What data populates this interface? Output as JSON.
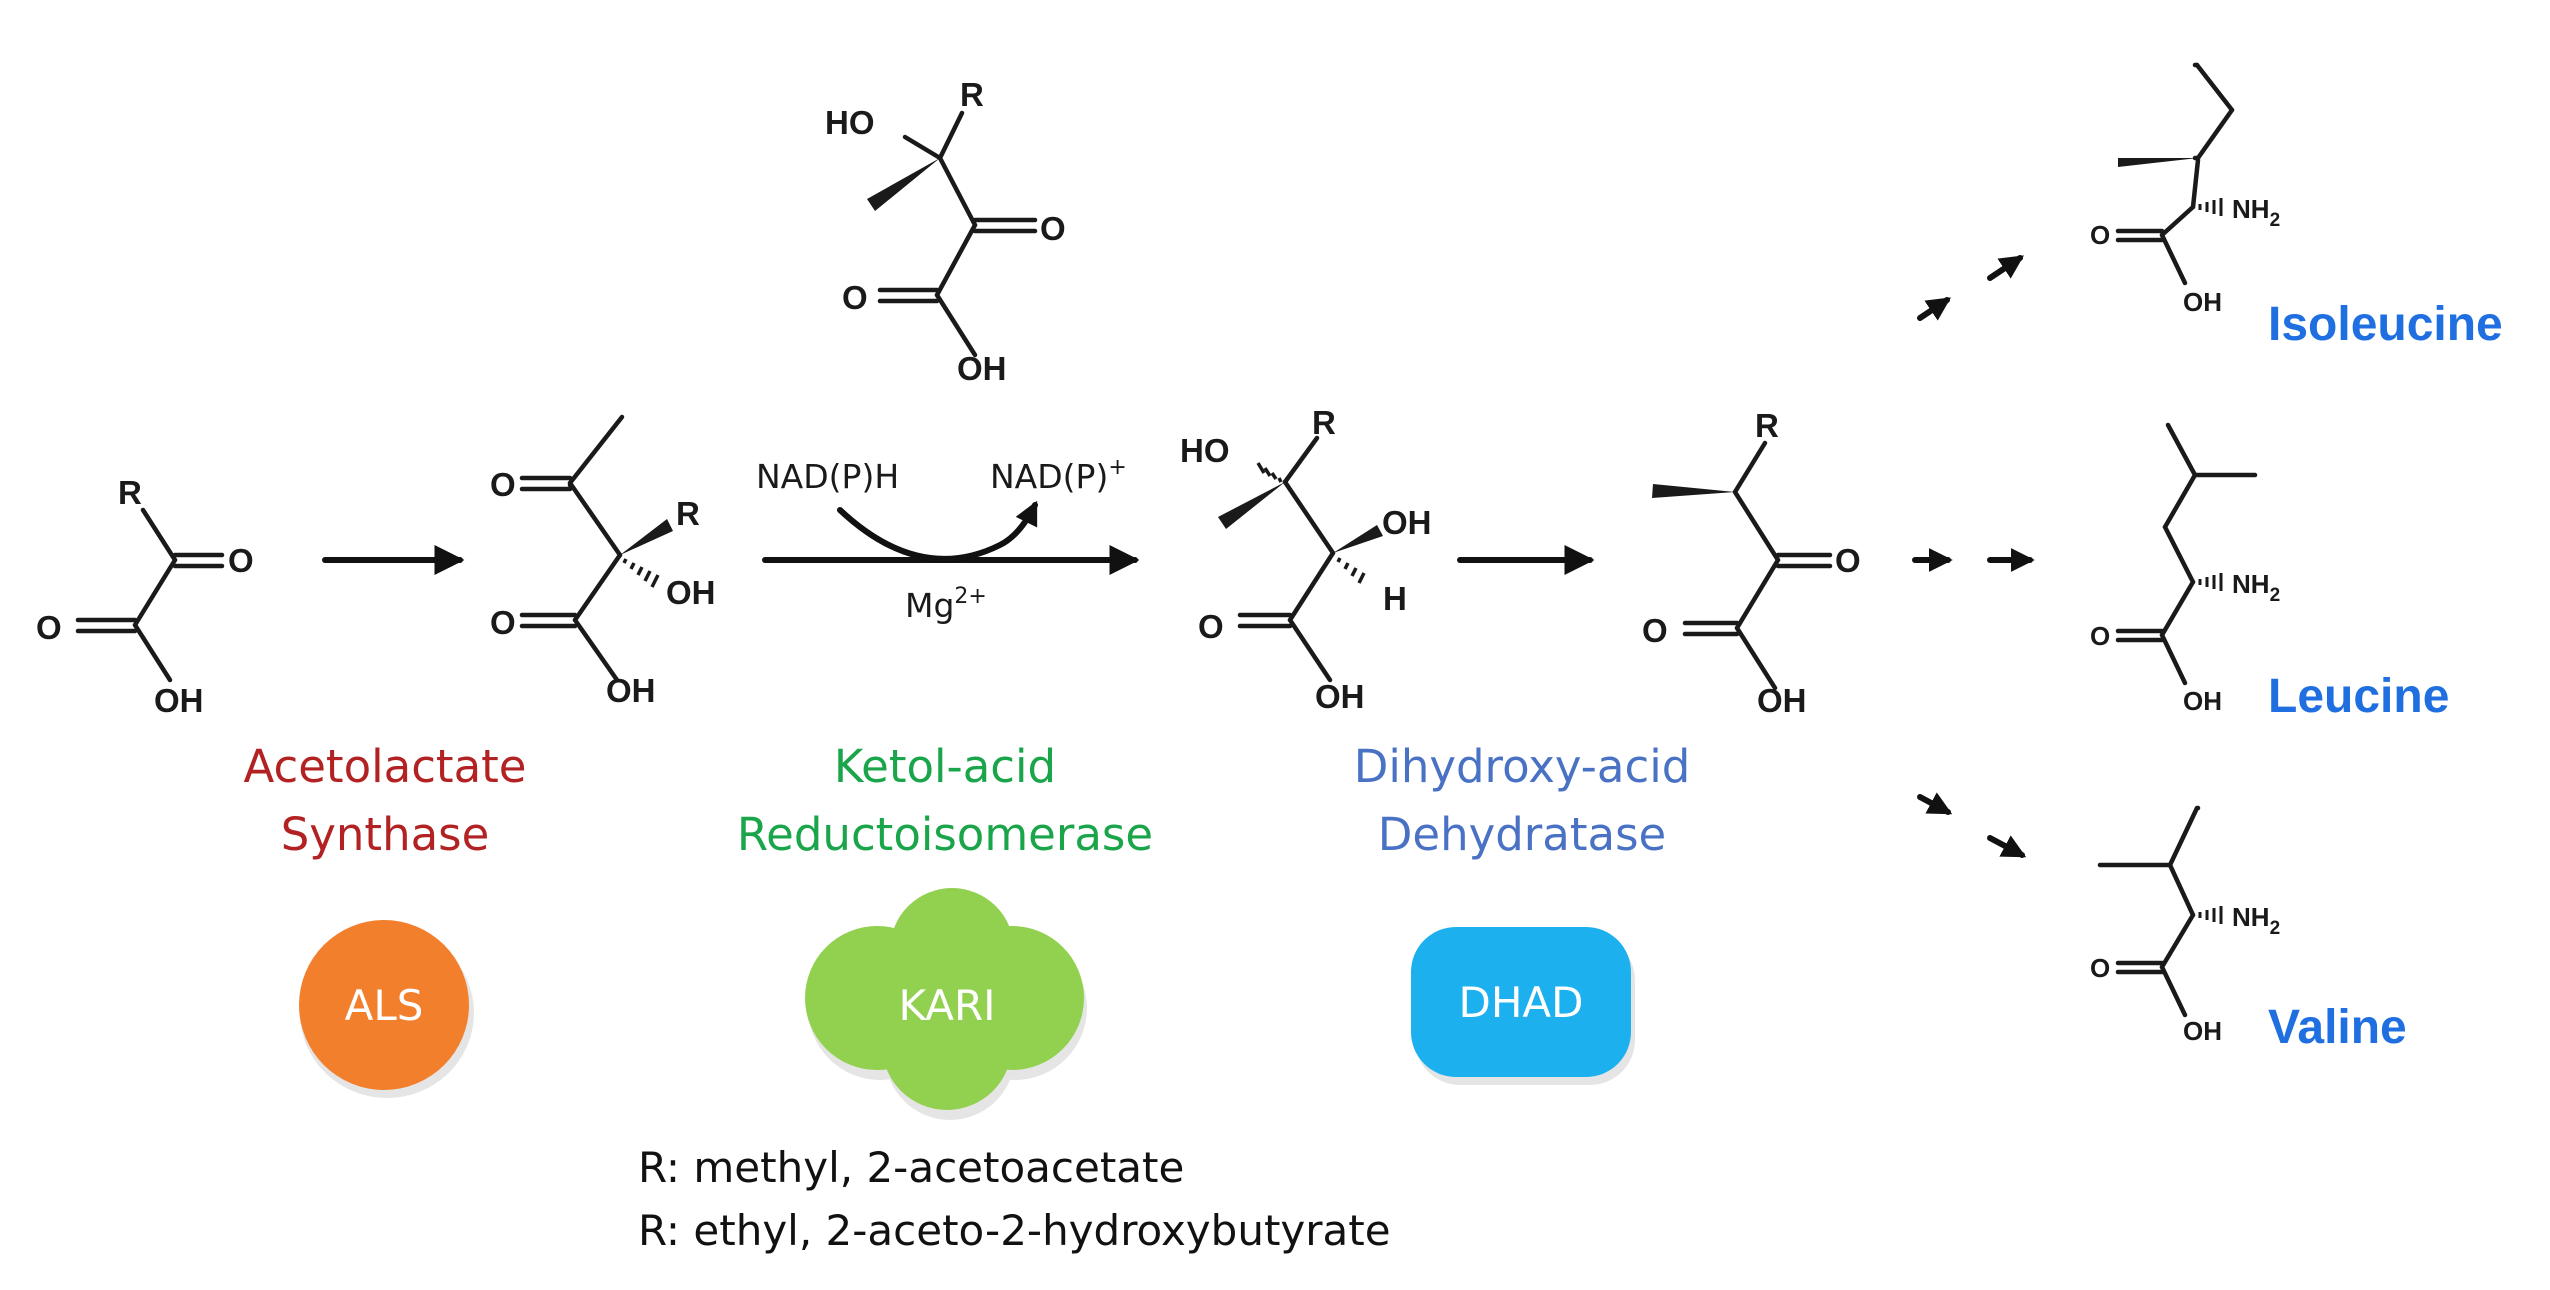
{
  "atoms": {
    "R": "R",
    "O": "O",
    "OH": "OH",
    "HO": "HO",
    "H": "H",
    "NH2": "NH2"
  },
  "cofactors": {
    "reduced": "NAD(P)H",
    "oxidized": "NAD(P)",
    "oxidized_sup": "+",
    "metal": "Mg",
    "metal_sup": "2+"
  },
  "enzymes": [
    {
      "line1": "Acetolactate",
      "line2": "Synthase",
      "abbr": "ALS",
      "text_color": "#b22222",
      "badge_color": "#f27f2c"
    },
    {
      "line1": "Ketol-acid",
      "line2": "Reductoisomerase",
      "abbr": "KARI",
      "text_color": "#1aa54b",
      "badge_color": "#92d050"
    },
    {
      "line1": "Dihydroxy-acid",
      "line2": "Dehydratase",
      "abbr": "DHAD",
      "text_color": "#4a72c4",
      "badge_color": "#1cb0ef"
    }
  ],
  "products": [
    {
      "name": "Isoleucine",
      "color": "#1f6fe0"
    },
    {
      "name": "Leucine",
      "color": "#1f6fe0"
    },
    {
      "name": "Valine",
      "color": "#1f6fe0"
    }
  ],
  "notes": [
    "R: methyl, 2-acetoacetate",
    "R: ethyl, 2-aceto-2-hydroxybutyrate"
  ],
  "colors": {
    "ink": "#111111",
    "background": "#ffffff"
  }
}
